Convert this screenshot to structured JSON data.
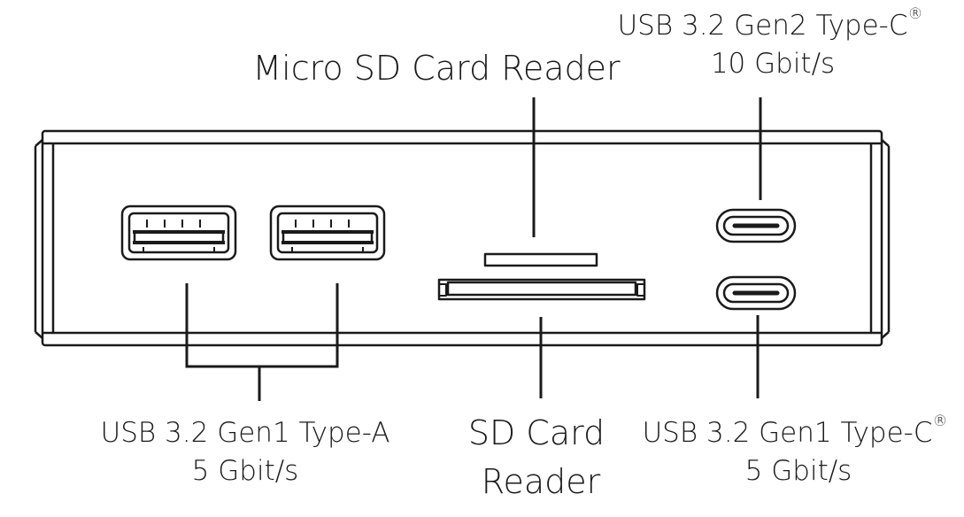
{
  "labels": {
    "micro_sd": "Micro SD  Card Reader",
    "usb_c_gen2_title": "USB 3.2 Gen2 Type-C",
    "usb_c_gen2_speed": "10 Gbit/s",
    "usb_a_title": "USB 3.2 Gen1 Type-A",
    "usb_a_speed": "5 Gbit/s",
    "sd_line1": "SD Card",
    "sd_line2": "Reader",
    "usb_c_gen1_title": "USB 3.2 Gen1 Type-C",
    "usb_c_gen1_speed": "5 Gbit/s",
    "registered_mark": "®"
  },
  "icons": [
    "usb-a-port-icon",
    "usb-c-port-icon",
    "micro-sd-slot-icon",
    "sd-card-slot-icon",
    "registered-trademark-icon"
  ],
  "colors": {
    "line": "#1a1a1a",
    "background": "#ffffff"
  }
}
